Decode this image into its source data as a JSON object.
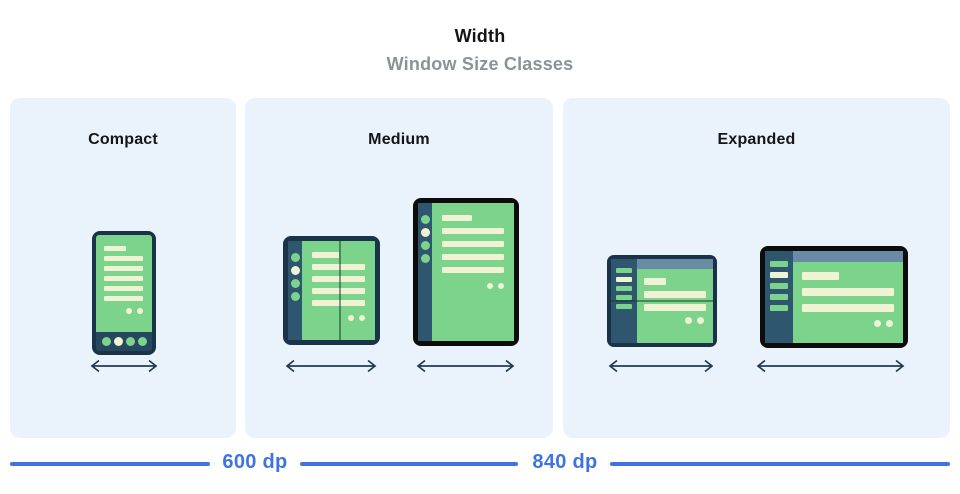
{
  "header": {
    "title": "Width",
    "subtitle": "Window Size Classes"
  },
  "panels": [
    {
      "id": "compact",
      "label": "Compact",
      "devices": [
        "phone"
      ]
    },
    {
      "id": "medium",
      "label": "Medium",
      "devices": [
        "foldable-portrait",
        "tablet-portrait"
      ]
    },
    {
      "id": "expanded",
      "label": "Expanded",
      "devices": [
        "foldable-landscape",
        "tablet-landscape"
      ]
    }
  ],
  "ruler": {
    "breakpoint_labels": [
      "600 dp",
      "840 dp"
    ]
  },
  "colors": {
    "panel_bg": "#eaf2fb",
    "accent_blue": "#3f74e0",
    "subtitle_gray": "#8b929b",
    "title_black": "#141519",
    "screen_green": "#7cd38b",
    "line_cream": "#f0f3d3",
    "frame_navy": "#1b3348",
    "navbar_navy": "#26485e",
    "sidebar_slate": "#2e566f",
    "header_slate": "#698ca4",
    "frame_black": "#0c0c0c",
    "arrow_navy": "#203a54"
  }
}
